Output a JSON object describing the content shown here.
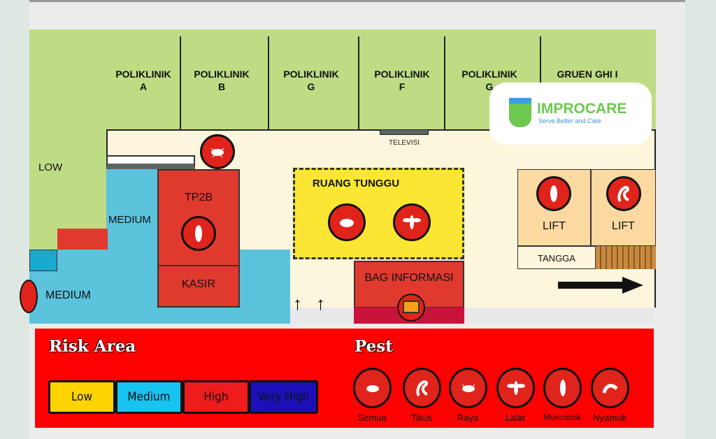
{
  "rooms": {
    "poliklinik": [
      {
        "l1": "POLIKLINIK",
        "l2": "A"
      },
      {
        "l1": "POLIKLINIK",
        "l2": "B"
      },
      {
        "l1": "POLIKLINIK",
        "l2": "G"
      },
      {
        "l1": "POLIKLINIK",
        "l2": "F"
      },
      {
        "l1": "POLIKLINIK",
        "l2": "G"
      }
    ],
    "gruen": "GRUEN GHI I",
    "televisi": "TELEVISI",
    "low": "LOW",
    "medium1": "MEDIUM",
    "medium2": "MEDIUM",
    "tp2b": "TP2B",
    "kasir": "KASIR",
    "ruang_tunggu": "RUANG TUNGGU",
    "bag_informasi": "BAG INFORMASI",
    "lift1": "LIFT",
    "lift2": "LIFT",
    "tangga": "TANGGA"
  },
  "logo": {
    "name": "IMPROCARE",
    "tagline": "Serve Better and Care"
  },
  "legend": {
    "risk_title": "Risk Area",
    "risk_levels": [
      {
        "label": "Low",
        "color": "#ffd400"
      },
      {
        "label": "Medium",
        "color": "#19c3f0"
      },
      {
        "label": "High",
        "color": "#ee1c1c"
      },
      {
        "label": "Very High",
        "color": "#1c0fb8"
      }
    ],
    "pest_title": "Pest",
    "pests": [
      "Semua",
      "Tikus",
      "Rayo",
      "Lalat",
      "Muscosok",
      "Nyamuk"
    ]
  },
  "colors": {
    "low_zone": "#bfdc84",
    "medium_zone": "#5bc3dc",
    "high_zone": "#e03a2f",
    "waiting": "#fbe733",
    "corridor": "#fbf6dc",
    "legend_bg": "#ff0000"
  }
}
